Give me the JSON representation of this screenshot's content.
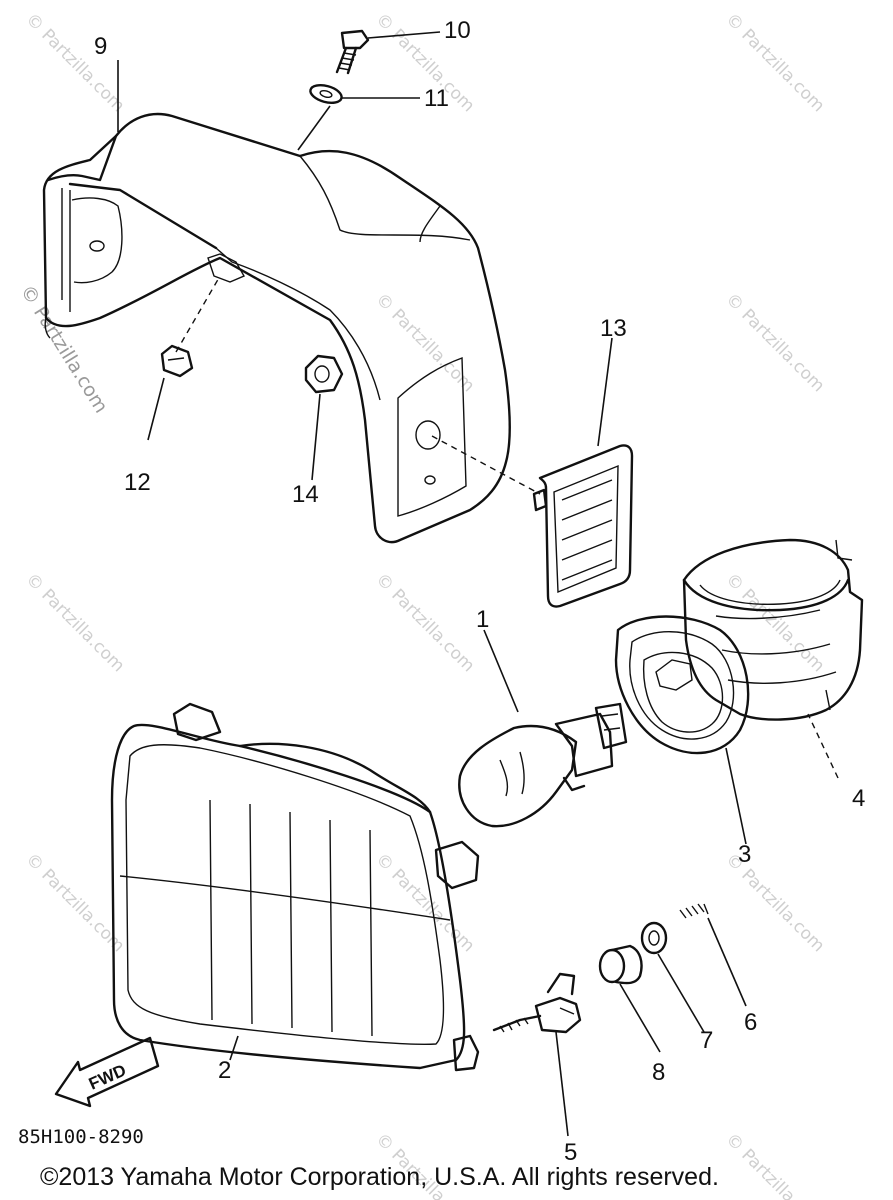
{
  "diagram": {
    "callouts": [
      {
        "id": "1",
        "label": "1"
      },
      {
        "id": "2",
        "label": "2"
      },
      {
        "id": "3",
        "label": "3"
      },
      {
        "id": "4",
        "label": "4"
      },
      {
        "id": "5",
        "label": "5"
      },
      {
        "id": "6",
        "label": "6"
      },
      {
        "id": "7",
        "label": "7"
      },
      {
        "id": "8",
        "label": "8"
      },
      {
        "id": "9",
        "label": "9"
      },
      {
        "id": "10",
        "label": "10"
      },
      {
        "id": "11",
        "label": "11"
      },
      {
        "id": "12",
        "label": "12"
      },
      {
        "id": "13",
        "label": "13"
      },
      {
        "id": "14",
        "label": "14"
      }
    ],
    "fwd_label": "FWD",
    "drawing_code": "85H100-8290",
    "copyright": "©2013  Yamaha Motor Corporation, U.S.A. All rights reserved.",
    "watermark": "© Partzilla.com",
    "side_watermark": "© Partzilla.com"
  }
}
